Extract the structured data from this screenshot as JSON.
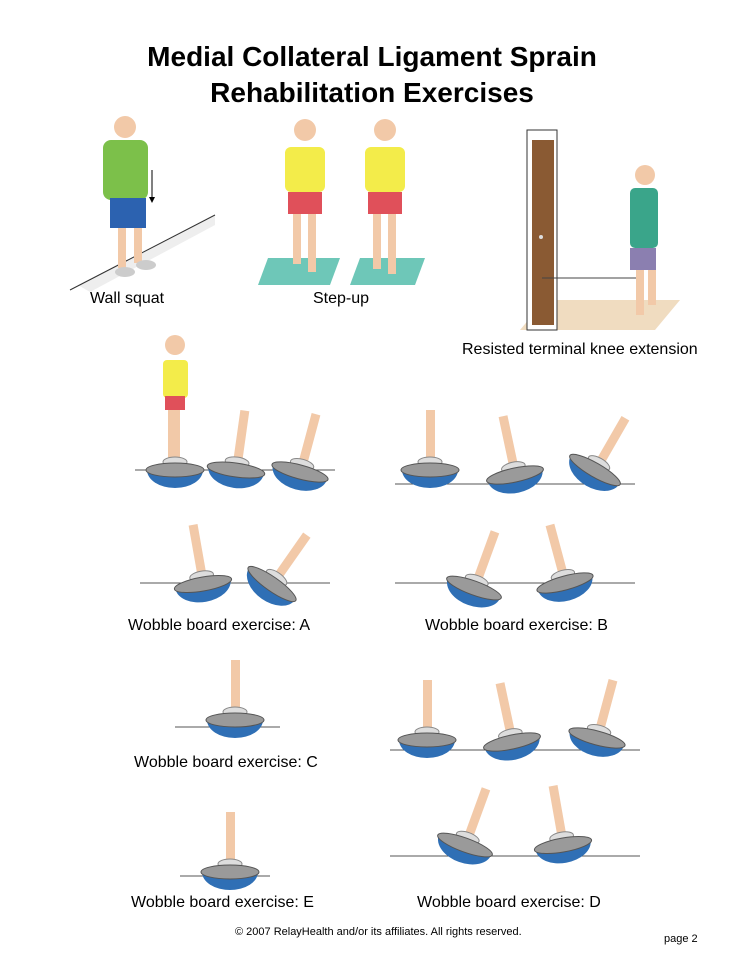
{
  "title": {
    "line1": "Medial Collateral Ligament Sprain",
    "line2": "Rehabilitation Exercises"
  },
  "exercises": {
    "wall_squat": "Wall squat",
    "step_up": "Step-up",
    "knee_extension": "Resisted terminal knee extension",
    "wobble_a": "Wobble board exercise: A",
    "wobble_b": "Wobble board exercise: B",
    "wobble_c": "Wobble board exercise: C",
    "wobble_d": "Wobble board exercise: D",
    "wobble_e": "Wobble board exercise: E"
  },
  "footer": {
    "copyright": "© 2007 RelayHealth and/or its affiliates.  All rights reserved.",
    "page": "page 2"
  },
  "colors": {
    "board_blue": "#2f6fb5",
    "board_top": "#9a9a9a",
    "skin": "#f2c9a8",
    "shirt_green": "#7cc04a",
    "shirt_yellow": "#f3ec4a",
    "shorts_red": "#e0505a",
    "shorts_blue": "#2c62b0",
    "door_brown": "#8a5a33",
    "step_teal": "#6ec7b8"
  }
}
